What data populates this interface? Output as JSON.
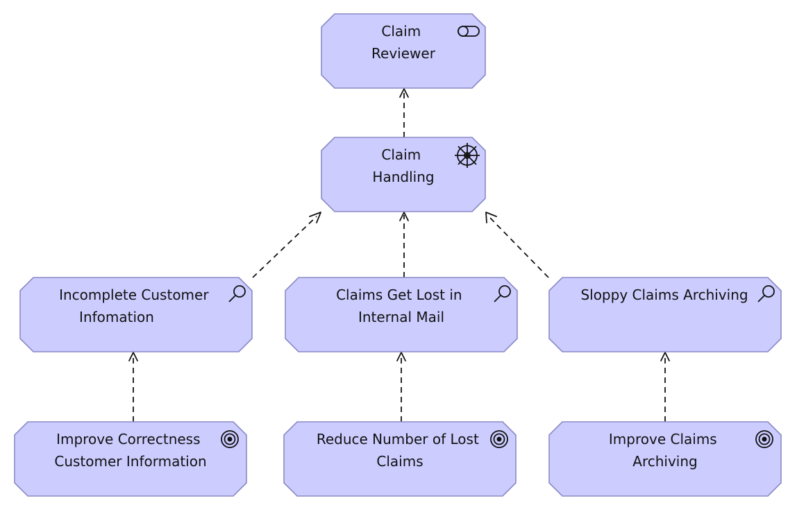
{
  "nodes": {
    "claim_reviewer": {
      "lines": [
        "Claim",
        "Reviewer"
      ],
      "icon": "business-role-icon"
    },
    "claim_handling": {
      "lines": [
        "Claim",
        "Handling"
      ],
      "icon": "driver-icon"
    },
    "assessment_customer_info": {
      "lines": [
        "Incomplete Customer",
        "Infomation"
      ],
      "icon": "assessment-icon"
    },
    "assessment_lost_mail": {
      "lines": [
        "Claims Get Lost in",
        "Internal Mail"
      ],
      "icon": "assessment-icon"
    },
    "assessment_archiving": {
      "lines": [
        "Sloppy Claims Archiving"
      ],
      "icon": "assessment-icon"
    },
    "goal_correctness": {
      "lines": [
        "Improve Correctness",
        "Customer Information"
      ],
      "icon": "goal-icon"
    },
    "goal_lost_claims": {
      "lines": [
        "Reduce Number of Lost",
        "Claims"
      ],
      "icon": "goal-icon"
    },
    "goal_archiving": {
      "lines": [
        "Improve Claims",
        "Archiving"
      ],
      "icon": "goal-icon"
    }
  },
  "edges": [
    {
      "from": "claim_handling",
      "to": "claim_reviewer",
      "style": "dashed-arrow"
    },
    {
      "from": "assessment_customer_info",
      "to": "claim_handling",
      "style": "dashed-arrow"
    },
    {
      "from": "assessment_lost_mail",
      "to": "claim_handling",
      "style": "dashed-arrow"
    },
    {
      "from": "assessment_archiving",
      "to": "claim_handling",
      "style": "dashed-arrow"
    },
    {
      "from": "goal_correctness",
      "to": "assessment_customer_info",
      "style": "dashed-arrow"
    },
    {
      "from": "goal_lost_claims",
      "to": "assessment_lost_mail",
      "style": "dashed-arrow"
    },
    {
      "from": "goal_archiving",
      "to": "assessment_archiving",
      "style": "dashed-arrow"
    }
  ],
  "colors": {
    "node_fill": "#ccccff",
    "node_stroke": "#8a8ac6",
    "line": "#111111"
  }
}
